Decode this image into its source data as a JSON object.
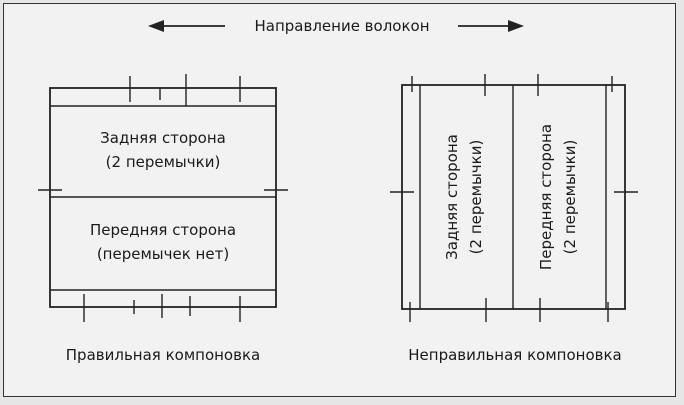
{
  "header": {
    "grain_direction": "Направление волокон"
  },
  "correct": {
    "caption": "Правильная компоновка",
    "back_line1": "Задняя сторона",
    "back_line2": "(2 перемычки)",
    "front_line1": "Передняя сторона",
    "front_line2": "(перемычек нет)"
  },
  "incorrect": {
    "caption": "Неправильная компоновка",
    "back_line1": "Задняя сторона",
    "back_line2": "(2 перемычки)",
    "front_line1": "Передняя сторона",
    "front_line2": "(2 перемычки)"
  },
  "icons": [
    "arrow-left-icon",
    "arrow-right-icon"
  ],
  "colors": {
    "line": "#222222",
    "background": "#f2f2f2"
  }
}
